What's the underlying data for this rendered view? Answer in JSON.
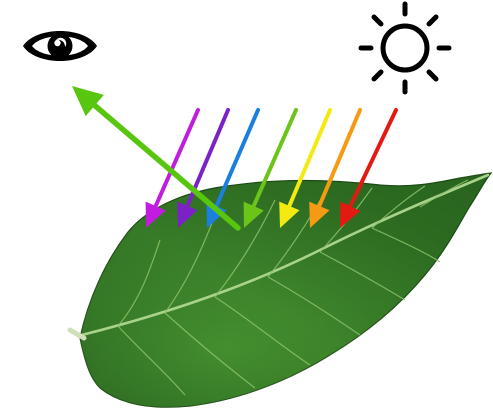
{
  "diagram": {
    "icons": {
      "eye": "eye-icon",
      "sun": "sun-icon",
      "leaf": "leaf-icon"
    },
    "colors": {
      "background": "#ffffff",
      "eye": "#000000",
      "sun": "#000000",
      "leaf_dark": "#1f5a1a",
      "leaf_mid": "#2f7a24",
      "leaf_light": "#5fa53b",
      "reflected": "#58c60e"
    },
    "incoming_light": [
      {
        "name": "violet",
        "color": "#c21ce0"
      },
      {
        "name": "indigo",
        "color": "#7a22c8"
      },
      {
        "name": "blue",
        "color": "#1b7fe0"
      },
      {
        "name": "green",
        "color": "#6bc418"
      },
      {
        "name": "yellow",
        "color": "#f4ea12"
      },
      {
        "name": "orange",
        "color": "#f59a12"
      },
      {
        "name": "red",
        "color": "#e21a12"
      }
    ],
    "reflected_light": {
      "name": "green",
      "color": "#58c60e"
    }
  }
}
